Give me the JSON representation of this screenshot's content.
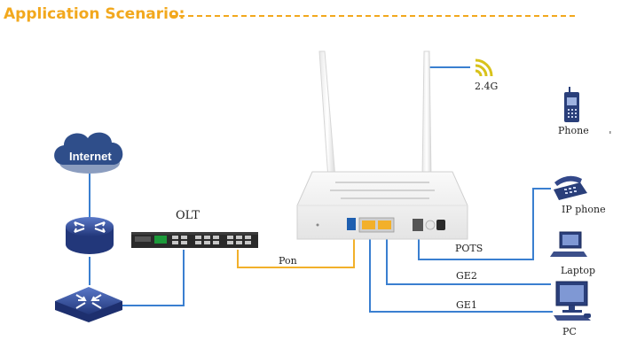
{
  "header": {
    "title": "Application Scenario:"
  },
  "network": {
    "internet": "Internet",
    "olt": "OLT",
    "pon": "Pon",
    "wifi_band": "2.4G",
    "ports": {
      "pots": "POTS",
      "ge2": "GE2",
      "ge1": "GE1"
    }
  },
  "devices": {
    "phone": "Phone",
    "ip_phone": "IP phone",
    "laptop": "Laptop",
    "pc": "PC"
  },
  "colors": {
    "title": "#f2a81d",
    "fiber_line": "#f2b02a",
    "ethernet_line": "#3a7fd0",
    "network_icon": "#2f4e9a",
    "wifi_arcs": "#d8c21a"
  }
}
